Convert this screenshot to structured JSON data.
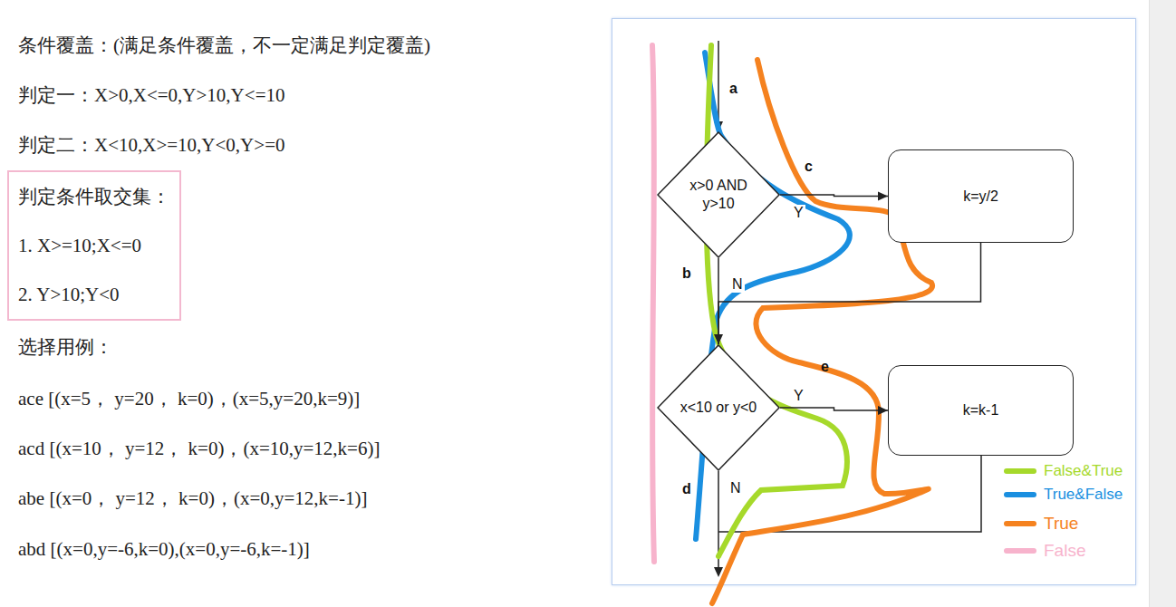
{
  "diagram": {
    "nodes": [
      {
        "text": [
          "判定条件取交集：",
          "1. X>=10;X<=0",
          "2. Y>10;Y<0"
        ]
      },
      {
        "text": [
          "x>0 AND y>10"
        ]
      },
      {
        "text": [
          "k=y/2"
        ]
      },
      {
        "text": [
          "x<10 or y<0"
        ]
      },
      {
        "text": [
          "k=k-1"
        ]
      }
    ],
    "edges": [
      {
        "from": 1,
        "to": 2,
        "arrow": "to",
        "label": "Y"
      },
      {
        "from": 2,
        "to": 3,
        "arrow": "none"
      },
      {
        "from": 1,
        "to": 3,
        "arrow": "to",
        "label": "N"
      },
      {
        "from": 3,
        "to": 4,
        "arrow": "to",
        "label": "Y"
      }
    ],
    "labels": [
      "条件覆盖：(满足条件覆盖，不一定满足判定覆盖)",
      "判定一：X>0,X<=0,Y>10,Y<=10",
      "判定二：X<10,X>=10,Y<0,Y>=0",
      "选择用例：",
      "ace [(x=5， y=20， k=0)，(x=5,y=20,k=9)]",
      "acd [(x=10， y=12， k=0)，(x=10,y=12,k=6)]",
      "abe [(x=0， y=12， k=0)，(x=0,y=12,k=-1)]",
      "abd [(x=0,y=-6,k=0),(x=0,y=-6,k=-1)]",
      "a",
      "b",
      "c",
      "e",
      "d",
      "N"
    ],
    "legend": [
      {
        "text": "False&True",
        "color": "#a6d92b"
      },
      {
        "text": "True&False",
        "color": "#1a8fe0"
      },
      {
        "text": "True",
        "color": "#f5821f"
      },
      {
        "text": "False",
        "color": "#f7b3cc"
      }
    ]
  }
}
